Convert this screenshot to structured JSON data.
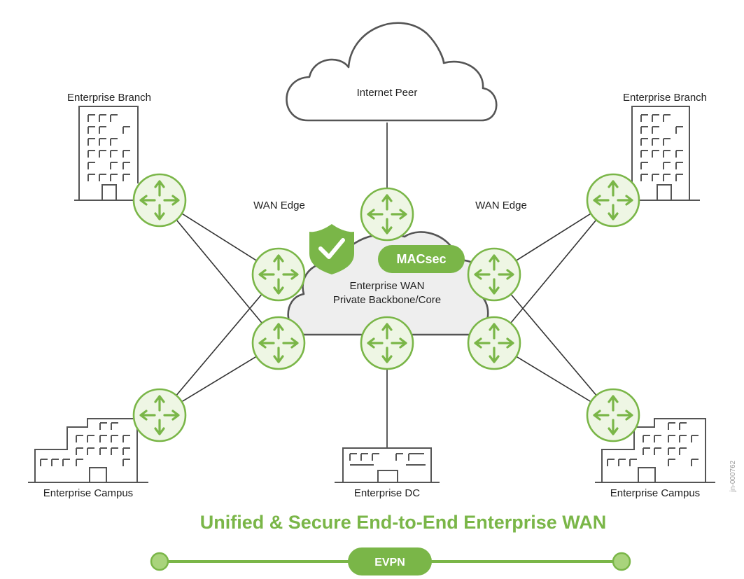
{
  "title": "Unified & Secure End-to-End Enterprise WAN",
  "labels": {
    "internet_peer": "Internet Peer",
    "branch_left": "Enterprise Branch",
    "branch_right": "Enterprise Branch",
    "wan_edge_left": "WAN Edge",
    "wan_edge_right": "WAN Edge",
    "core_line1": "Enterprise WAN",
    "core_line2": "Private Backbone/Core",
    "macsec": "MACsec",
    "campus_left": "Enterprise Campus",
    "campus_right": "Enterprise Campus",
    "dc": "Enterprise DC",
    "evpn": "EVPN",
    "doc_id": "jn-000762"
  },
  "colors": {
    "accent_green": "#7ab648",
    "router_fill": "#eef6e4",
    "line": "#333333",
    "core_cloud_fill": "#eeeeee",
    "building_stroke": "#555555"
  },
  "icons": [
    "cloud-icon",
    "router-icon",
    "building-icon",
    "shield-check-icon"
  ]
}
